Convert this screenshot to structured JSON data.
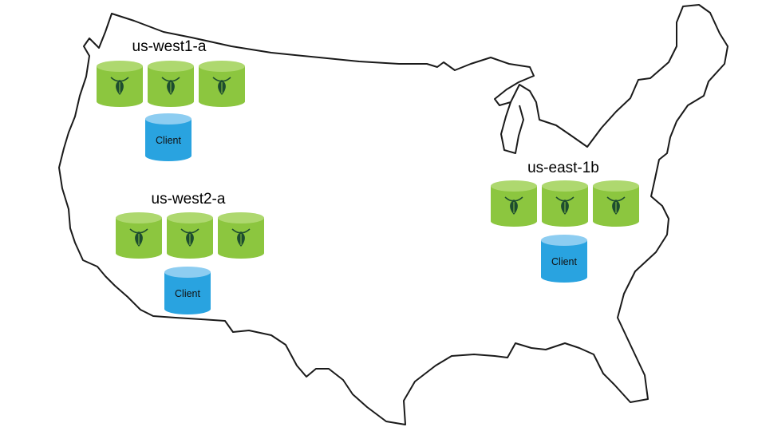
{
  "map": {
    "name": "us-map-outline"
  },
  "regions": [
    {
      "name": "us-west1-a",
      "node_count": 3,
      "client_label": "Client"
    },
    {
      "name": "us-west2-a",
      "node_count": 3,
      "client_label": "Client"
    },
    {
      "name": "us-east-1b",
      "node_count": 3,
      "client_label": "Client"
    }
  ],
  "colors": {
    "node_body": "#8cc63f",
    "node_top": "#aed86f",
    "node_icon": "#1d4d2f",
    "client_body": "#29a3e0",
    "client_top": "#8dcdf1",
    "outline": "#1a1a1a"
  },
  "icons": {
    "node": "cockroach-icon",
    "client": "database-cylinder"
  }
}
